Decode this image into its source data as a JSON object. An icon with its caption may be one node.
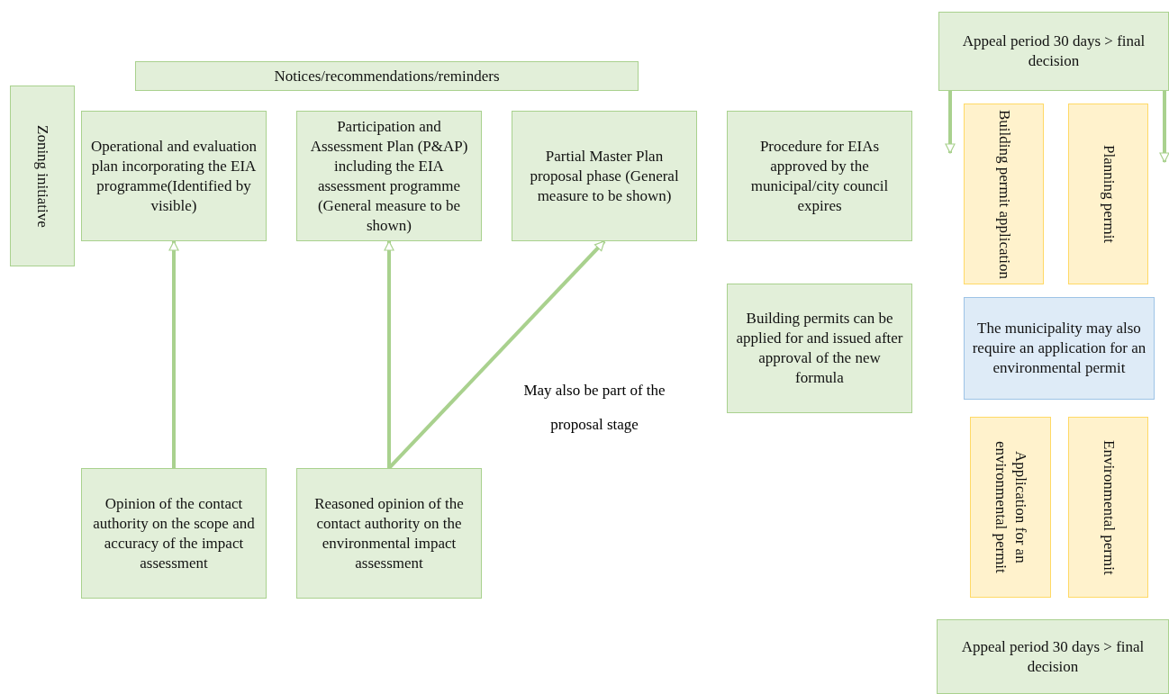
{
  "diagram": {
    "nodes": [
      {
        "text": [
          "Notices/recommendations/reminders"
        ]
      },
      {
        "text": [
          "Zoning initiative"
        ]
      },
      {
        "text": [
          "Operational and evaluation plan incorporating the EIA programme(Identified by visible)"
        ]
      },
      {
        "text": [
          "Participation and Assessment Plan (P&AP) including the EIA assessment programme (General measure to be shown)"
        ]
      },
      {
        "text": [
          "Partial Master Plan proposal phase (General measure to be shown)"
        ]
      },
      {
        "text": [
          "Procedure for EIAs approved by the municipal/city council expires"
        ]
      },
      {
        "text": [
          "Building permits can be applied for and issued after approval of the new formula"
        ]
      },
      {
        "text": [
          "Opinion of the contact authority on the scope and accuracy of the impact assessment"
        ]
      },
      {
        "text": [
          "Reasoned opinion of the contact authority on the environmental impact assessment"
        ]
      },
      {
        "text": [
          "Appeal period 30 days > final decision"
        ]
      },
      {
        "text": [
          "Building permit application"
        ]
      },
      {
        "text": [
          "Planning permit"
        ]
      },
      {
        "text": [
          "The municipality may also require an application for an environmental permit"
        ]
      },
      {
        "text": [
          "Application for an environmental permit"
        ]
      },
      {
        "text": [
          "Environmental permit"
        ]
      },
      {
        "text": [
          "Appeal period 30 days > final decision"
        ]
      }
    ],
    "edges": [
      {
        "from": 7,
        "to": 2,
        "arrow": "to"
      },
      {
        "from": 8,
        "to": 3,
        "arrow": "to"
      },
      {
        "from": 8,
        "to": 4,
        "arrow": "to"
      },
      {
        "from": 9,
        "to": 10,
        "arrow": "to"
      },
      {
        "from": 9,
        "to": 11,
        "arrow": "to"
      }
    ],
    "labels": [
      "May also be part of the proposal stage"
    ]
  }
}
